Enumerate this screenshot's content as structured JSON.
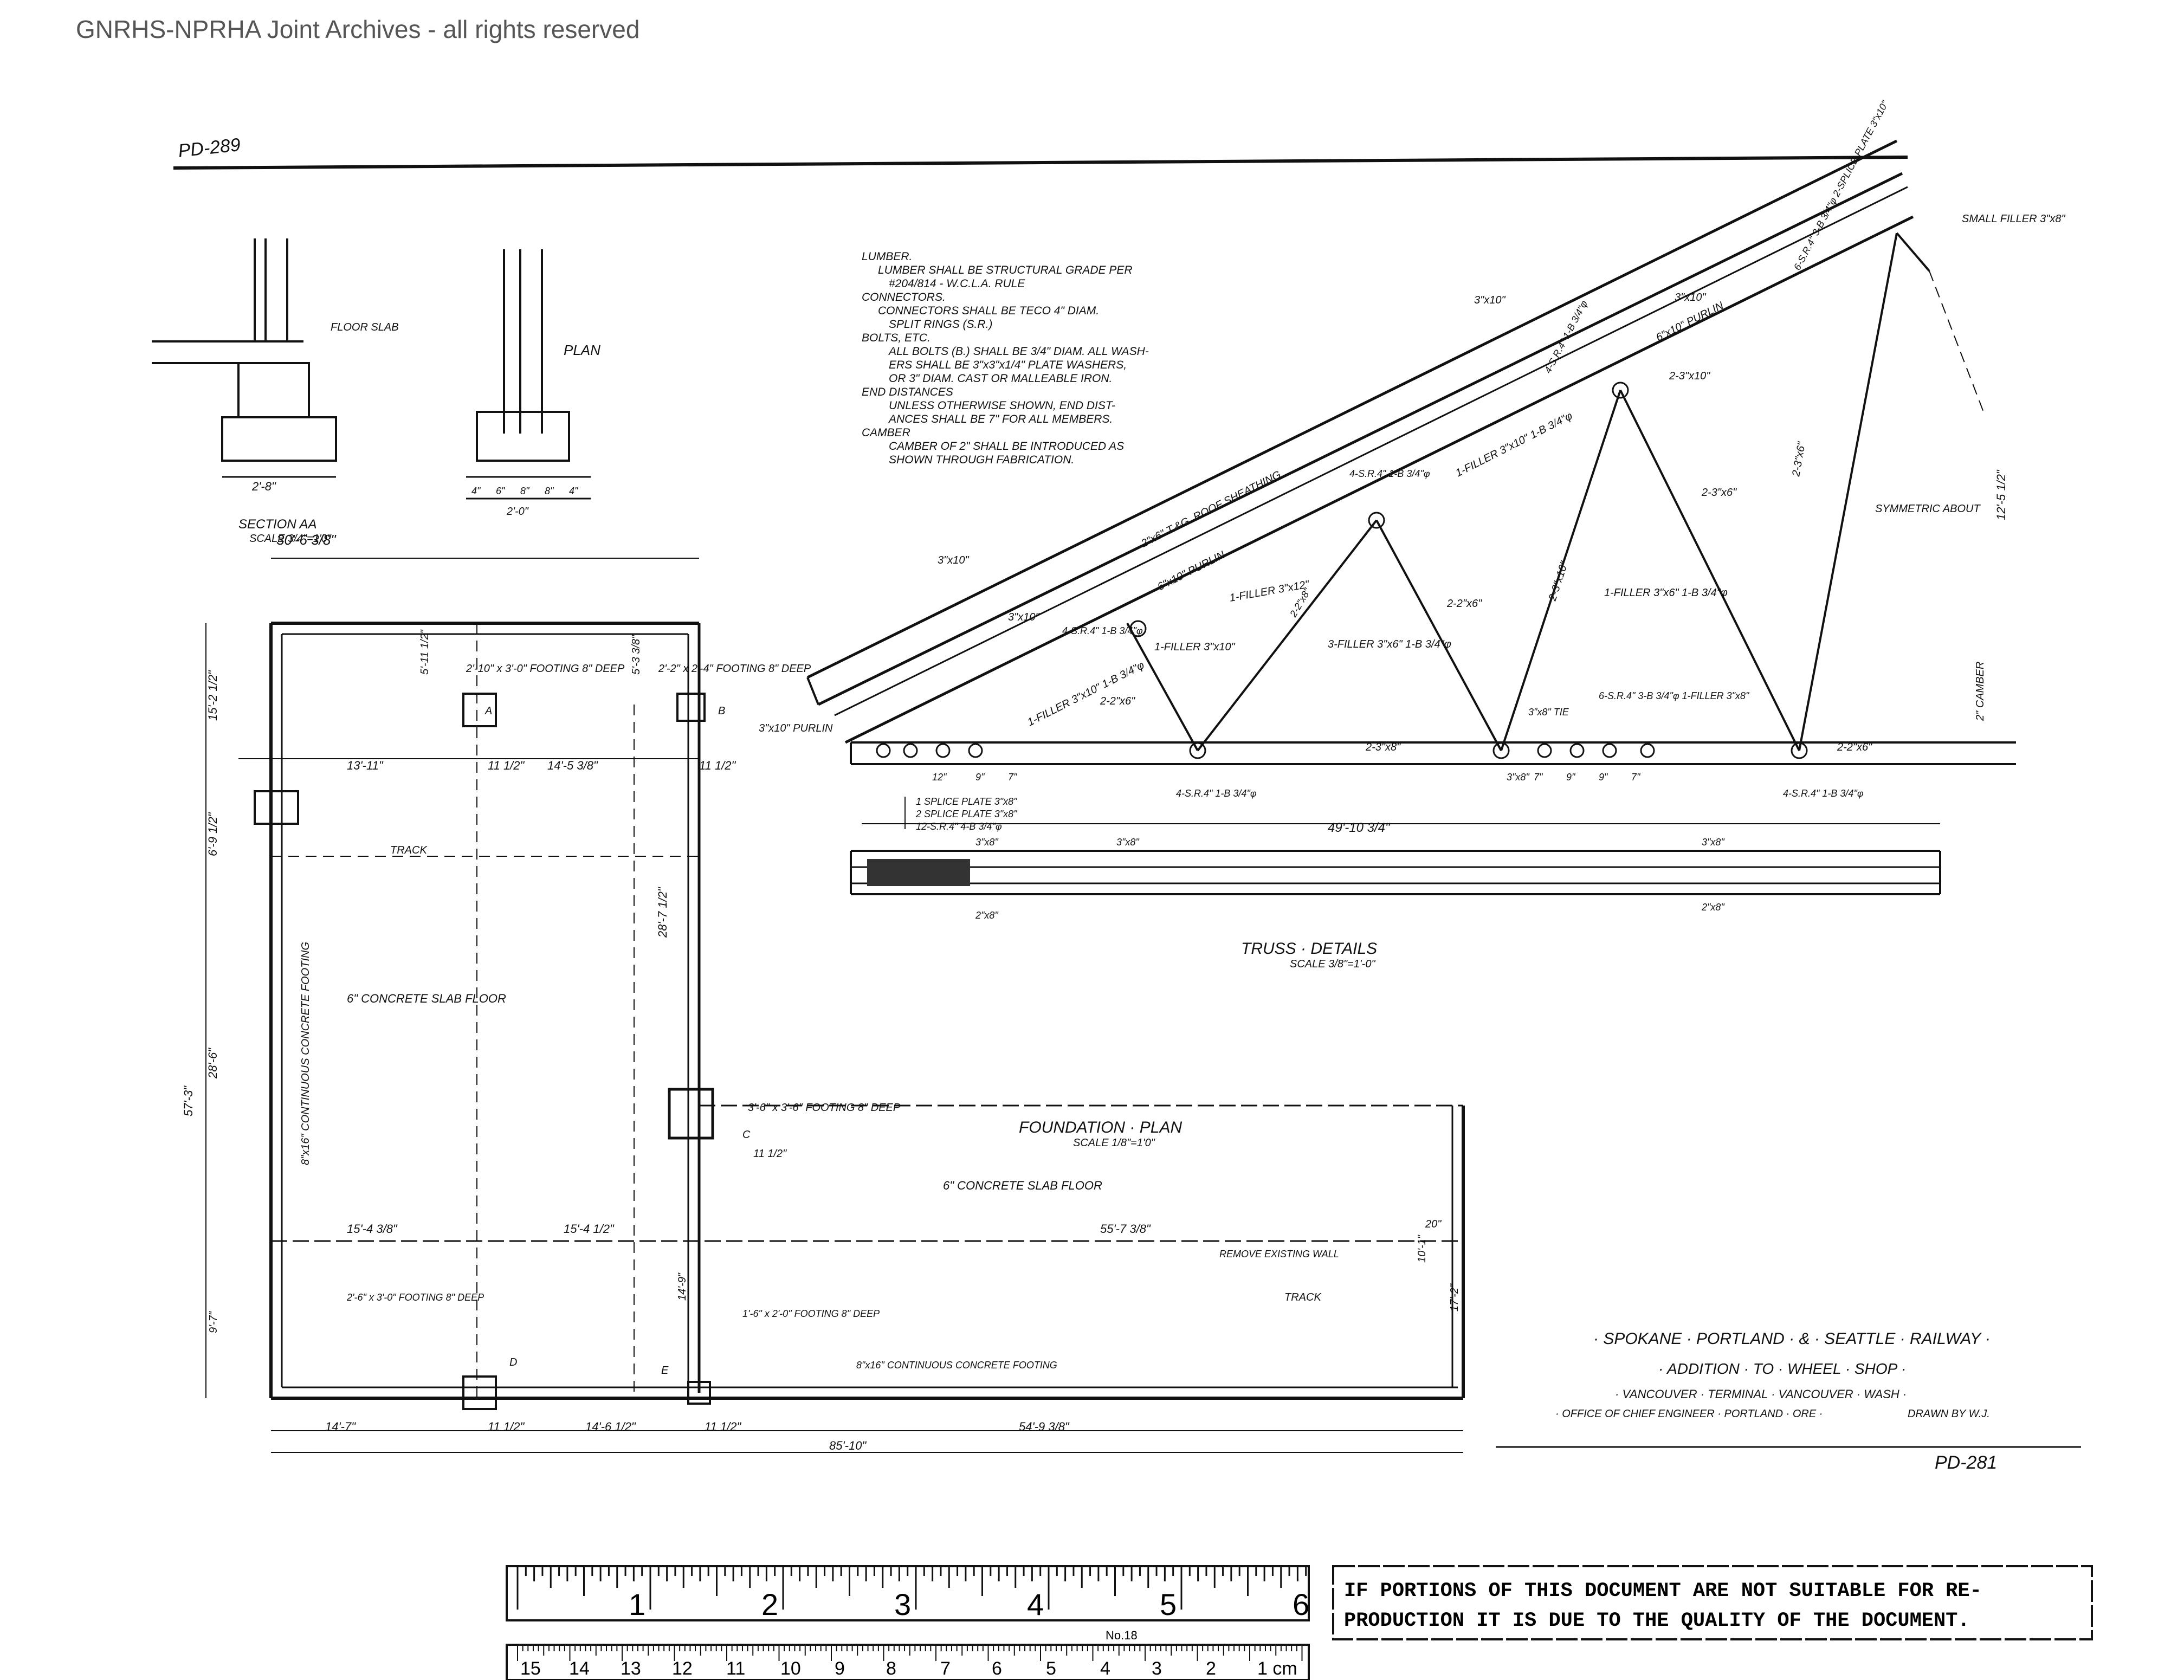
{
  "watermark": "GNRHS-NPRHA Joint Archives - all rights reserved",
  "corner_id": "PD-289",
  "notes": {
    "lines": [
      "LUMBER.",
      "LUMBER SHALL BE STRUCTURAL GRADE PER",
      "#204/814 - W.C.L.A. RULE",
      "CONNECTORS.",
      "CONNECTORS SHALL BE TECO 4\" DIAM.",
      "SPLIT RINGS (S.R.)",
      "BOLTS, ETC.",
      "ALL BOLTS (B.) SHALL BE 3/4\" DIAM. ALL WASH-",
      "ERS SHALL BE 3\"x3\"x1/4\" PLATE WASHERS,",
      "OR 3\" DIAM. CAST OR MALLEABLE IRON.",
      "END DISTANCES",
      "UNLESS OTHERWISE SHOWN, END DIST-",
      "ANCES SHALL BE 7\" FOR ALL MEMBERS.",
      "CAMBER",
      "CAMBER OF 2\" SHALL BE INTRODUCED AS",
      "SHOWN THROUGH FABRICATION."
    ]
  },
  "section": {
    "floor_slab": "FLOOR SLAB",
    "plan": "PLAN",
    "title": "SECTION AA",
    "scale": "SCALE 3/4\"=1'0\"",
    "dim_a": "2'-8\"",
    "dim_b": "2'-0\"",
    "dims_row": [
      "4\"",
      "6\"",
      "8\"",
      "8\"",
      "4\""
    ]
  },
  "foundation": {
    "title": "FOUNDATION · PLAN",
    "scale": "SCALE 1/8\"=1'0\"",
    "top_width": "30'-6 3/8\"",
    "footing_a": "2'-10\" x 3'-0\" FOOTING 8\" DEEP",
    "label_a": "A",
    "footing_b": "2'-2\" x 2'-4\" FOOTING 8\" DEEP",
    "label_b": "B",
    "footing_c": "3'-6\" x 3'-6\" FOOTING 8\" DEEP",
    "label_c": "C",
    "footing_d": "2'-6\" x 3'-0\" FOOTING 8\" DEEP",
    "label_d": "D",
    "footing_e": "1'-6\" x 2'-0\" FOOTING 8\" DEEP",
    "label_e": "E",
    "slab1": "6\" CONCRETE SLAB FLOOR",
    "slab2": "6\" CONCRETE SLAB FLOOR",
    "cont_footing_v": "8\"x16\" CONTINUOUS CONCRETE FOOTING",
    "cont_footing_h": "8\"x16\" CONTINUOUS CONCRETE FOOTING",
    "track1": "TRACK",
    "track2": "TRACK",
    "remove_wall": "REMOVE EXISTING WALL",
    "dims": {
      "d_13_11": "13'-11\"",
      "d_11_8a": "11 1/2\"",
      "d_14_5": "14'-5 3/8\"",
      "d_11_8b": "11 1/2\"",
      "d_15_4": "15'-4 3/8\"",
      "d_15_4b": "15'-4 1/2\"",
      "d_55_7": "55'-7 3/8\"",
      "d_14_7": "14'-7\"",
      "d_11_8c": "11 1/2\"",
      "d_14_6": "14'-6 1/2\"",
      "d_11_8d": "11 1/2\"",
      "d_54_9": "54'-9 3/8\"",
      "d_85_10": "85'-10\"",
      "d_57_3": "57'-3\"",
      "d_28_6": "28'-6\"",
      "d_28_7": "28'-7 1/2\"",
      "d_6_9": "6'-9 1/2\"",
      "d_15_2": "15'-2 1/2\"",
      "d_11_c": "11 1/2\"",
      "d_5_11": "5'-11 1/2\"",
      "d_5_3": "5'-3 3/8\"",
      "d_9_7": "9'-7\"",
      "d_14_9": "14'-9\"",
      "d_10_1": "10'-1\"",
      "d_17_2": "17'-2\"",
      "d_20": "20\""
    }
  },
  "truss": {
    "title": "TRUSS · DETAILS",
    "scale": "SCALE 3/8\"=1'-0\"",
    "labels": {
      "small_filler": "SMALL FILLER 3\"x8\"",
      "symmetric": "SYMMETRIC ABOUT",
      "roof_sheathing": "2\"x6\" T.&G. ROOF SHEATHING",
      "purlin1": "6\"x10\" PURLIN",
      "purlin2": "6\"x10\" PURLIN",
      "purlin3": "3\"x10\" PURLIN",
      "m3x10a": "3\"x10\"",
      "m3x10b": "3\"x10\"",
      "m3x10c": "3\"x10\"",
      "m3x10d": "3\"x10\"",
      "m3x8": "3\"x8\"",
      "m2_3x6": "2-3\"x6\"",
      "m2_3x6b": "2-3\"x6\"",
      "m2_2x6": "2-2\"x6\"",
      "m2_2x6b": "2-2\"x6\"",
      "m2_2x6c": "2-2\"x6\"",
      "m2_3x10": "2-3\"x10\"",
      "m2_3x10b": "2-3\"x10\"",
      "m2_3x8": "2-3\"x8\"",
      "m2_2x8": "2-2\"x8\"",
      "filler1": "1-FILLER 3\"x10\"",
      "filler2": "1-FILLER 3\"x12\"",
      "filler3": "1-FILLER 3\"x6\" 1-B 3/4\"φ",
      "filler4": "3-FILLER 3\"x6\" 1-B 3/4\"φ",
      "filler5": "1-FILLER 3\"x10\" 1-B 3/4\"φ",
      "filler6": "1-FILLER 3\"x10\" 1-B 3/4\"φ",
      "sr_a": "4-S.R.4\" 1-B 3/4\"φ",
      "sr_b": "4-S.R.4\" 1-B 3/4\"φ",
      "sr_c": "4-S.R.4\" 1-B 3/4\"φ",
      "sr_d": "4-S.R.4\" 1-B 3/4\"φ",
      "sr_e": "6-S.R.4\" 3-B 3/4\"φ 1-FILLER 3\"x8\"",
      "sr_f": "6-S.R.4\" 3-B 3/4\"φ 2-SPLICE PLATE 3\"x10\"",
      "sr_g": "4-S.R.4\" 1-B 3/4\"φ",
      "tie": "3\"x8\" TIE",
      "splice1": "1 SPLICE PLATE 3\"x8\"",
      "splice2": "2 SPLICE PLATE 3\"x8\"",
      "splice3": "12-S.R.4\" 4-B 3/4\"φ",
      "span": "49'-10 3/4\"",
      "rise": "12'-5 1/2\"",
      "camber": "2\" CAMBER",
      "bay1": "12\"",
      "bay2": "9\"",
      "bay3": "7\"",
      "bay4": "7\"",
      "bay5": "9\"",
      "bay6": "9\"",
      "bay7": "7\"",
      "m_2x8_plan1": "2\"x8\"",
      "m_2x8_plan2": "2\"x8\"",
      "m_3x8_plan1": "3\"x8\"",
      "m_3x8_plan2": "3\"x8\"",
      "m_3x8_plan3": "3\"x8\""
    }
  },
  "title_block": {
    "railway": "· SPOKANE · PORTLAND · & · SEATTLE · RAILWAY ·",
    "project": "· ADDITION · TO · WHEEL · SHOP ·",
    "location": "· VANCOUVER · TERMINAL · VANCOUVER · WASH ·",
    "office": "· OFFICE OF CHIEF ENGINEER · PORTLAND · ORE ·",
    "drawn_by": "DRAWN BY W.J.",
    "number": "PD-281"
  },
  "ruler": {
    "inches": [
      "1",
      "2",
      "3",
      "4",
      "5",
      "6"
    ],
    "cm": [
      "15",
      "14",
      "13",
      "12",
      "11",
      "10",
      "9",
      "8",
      "7",
      "6",
      "5",
      "4",
      "3",
      "2",
      "1 cm"
    ],
    "brand": "No.18"
  },
  "stamp": {
    "line1": "IF PORTIONS OF THIS DOCUMENT ARE NOT SUITABLE FOR RE-",
    "line2": "PRODUCTION IT IS DUE TO THE QUALITY OF THE DOCUMENT."
  }
}
